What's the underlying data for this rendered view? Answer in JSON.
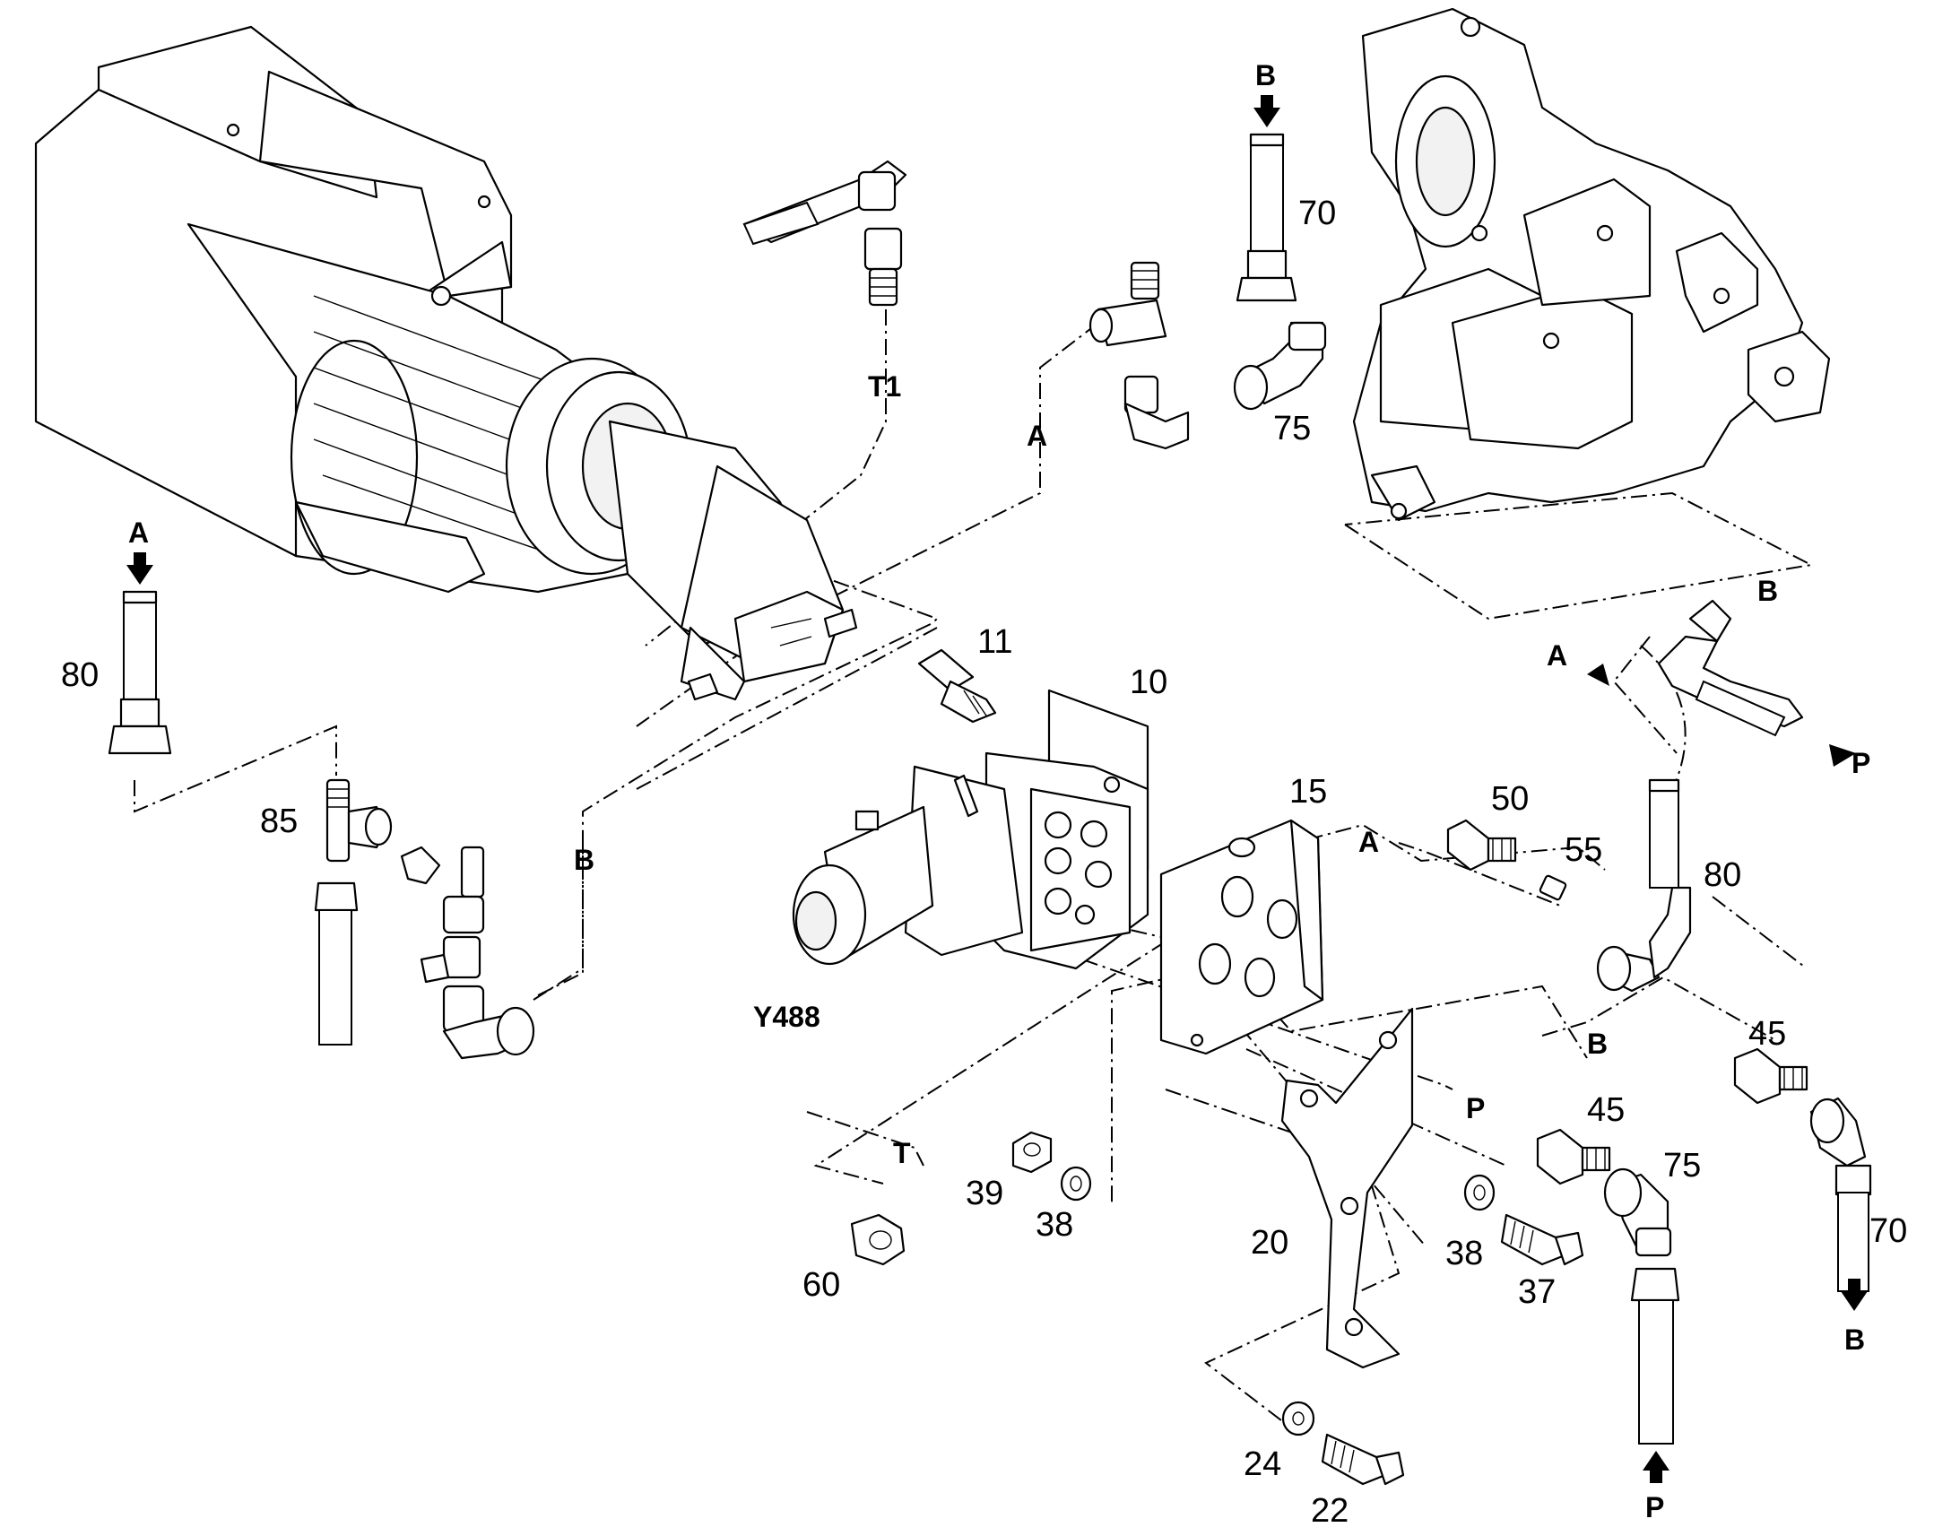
{
  "colors": {
    "line": "#000000",
    "background": "#ffffff",
    "fill_light": "#f2f2f2"
  },
  "callouts": {
    "c10": "10",
    "c11": "11",
    "c15": "15",
    "c20": "20",
    "c22": "22",
    "c24": "24",
    "c37": "37",
    "c38a": "38",
    "c38b": "38",
    "c39": "39",
    "c45a": "45",
    "c45b": "45",
    "c50": "50",
    "c55": "55",
    "c60": "60",
    "c70a": "70",
    "c70b": "70",
    "c75a": "75",
    "c75b": "75",
    "c80a": "80",
    "c80b": "80",
    "c85": "85",
    "cY488": "Y488"
  },
  "port_letters": {
    "t1": "T1",
    "a_top": "A",
    "a_left": "A",
    "a_arrow_right": "A",
    "a_valve": "A",
    "b_top": "B",
    "b_left": "B",
    "b_right_top": "B",
    "b_valve": "B",
    "b_bottom": "B",
    "p_valve": "P",
    "p_bottom": "P",
    "p_right": "P",
    "t_valve": "T"
  }
}
